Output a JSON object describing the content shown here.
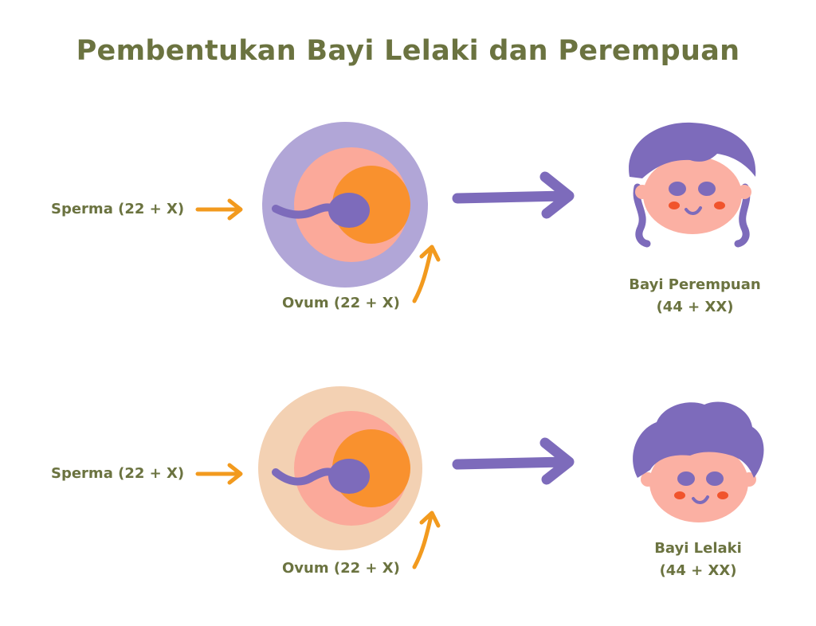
{
  "title": "Pembentukan Bayi Lelaki dan Perempuan",
  "colors": {
    "text": "#6b7340",
    "arrow_orange": "#f29a1e",
    "purple": "#7d6bbb",
    "outer_lavender": "#b1a6d7",
    "outer_peach": "#f3d1b3",
    "pink": "#fba99a",
    "orange": "#f9912e",
    "skin": "#fbb0a3",
    "cheek": "#f1542c"
  },
  "rows": [
    {
      "sperm_label": "Sperma (22 + X)",
      "ovum_label": "Ovum (22 + X)",
      "baby_name": "Bayi Perempuan",
      "baby_chromosomes": "(44 + XX)"
    },
    {
      "sperm_label": "Sperma (22 + X)",
      "ovum_label": "Ovum (22 + X)",
      "baby_name": "Bayi Lelaki",
      "baby_chromosomes": "(44 + XX)"
    }
  ]
}
